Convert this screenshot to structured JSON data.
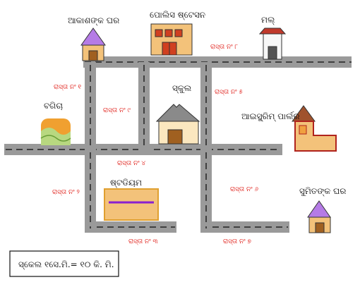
{
  "places": {
    "akash_house": "ଆକାଶଙ୍କ ଘର",
    "police_station": "ପୋଲିସ ଷ୍ଟେସନ",
    "mall": "ମଲ୍",
    "garden": "ବଗିଚା",
    "school": "ସ୍କୁଲ",
    "icecream_parlour": "ଆଇସ୍କ୍ରିମ୍ ପାର୍ଲର",
    "stadium": "ଷ୍ଟଡିୟମ",
    "sumit_house": "ସୁମିତଙ୍କ ଘର"
  },
  "roads": {
    "r1": "ରାସ୍ତା ନଂ ୧",
    "r2": "ରାସ୍ତା ନଂ ୨",
    "r3": "ରାସ୍ତା ନଂ ୩",
    "r4": "ରାସ୍ତା ନଂ ୪",
    "r5": "ରାସ୍ତା ନଂ ୫",
    "r6": "ରାସ୍ତା ନଂ ୬",
    "r7": "ରାସ୍ତା ନଂ ୭",
    "r8": "ରାସ୍ତା ନଂ ୮",
    "r9": "ରାସ୍ତା ନଂ ୯"
  },
  "scale": "ସ୍କେଲ ୧ସେ.ମି.= ୧୦ କି. ମି.",
  "colors": {
    "road": "#9a9a9a",
    "road_dash": "#222222",
    "road_label": "#e0201a",
    "roof_purple": "#b57be6",
    "building_orange": "#f3c27a",
    "school_wall": "#fbe7bf",
    "icecream_outline": "#b0231d",
    "stadium_stripe": "#8a20d0"
  }
}
